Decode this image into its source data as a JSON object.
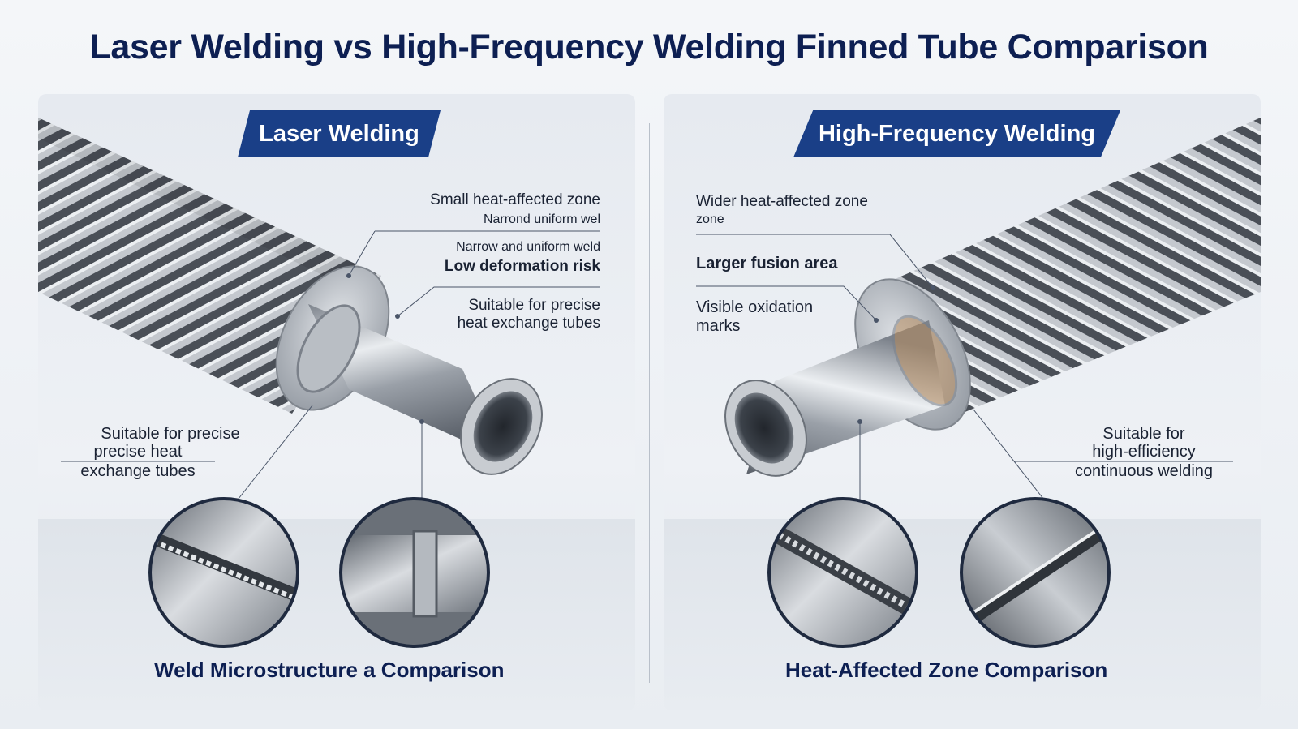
{
  "title": "Laser Welding vs High-Frequency Welding Finned Tube Comparison",
  "left": {
    "tag": "Laser Welding",
    "notes": {
      "n1": "Small heat-affected zone",
      "n2": "Narrond uniform wel",
      "n3": "Narrow and uniform weld",
      "n4": "Low deformation risk",
      "n5a": "Suitable for precise",
      "n5b": "heat exchange tubes",
      "n6a": "Suitable for precise",
      "n6b": "precise heat",
      "n6c": "exchange tubes"
    },
    "caption": "Weld Microstructure a Comparison"
  },
  "right": {
    "tag": "High-Frequency Welding",
    "notes": {
      "n1": "Wider heat-affected zone",
      "n2": "zone",
      "n3": "Larger fusion area",
      "n4a": "Visible oxidation",
      "n4b": "marks",
      "n5a": "Suitable for",
      "n5b": "high-efficiency",
      "n5c": "continuous welding"
    },
    "caption": "Heat-Affected Zone Comparison"
  },
  "colors": {
    "accent": "#1a3f87",
    "title": "#0d1f52",
    "steel": "#8a9099"
  }
}
